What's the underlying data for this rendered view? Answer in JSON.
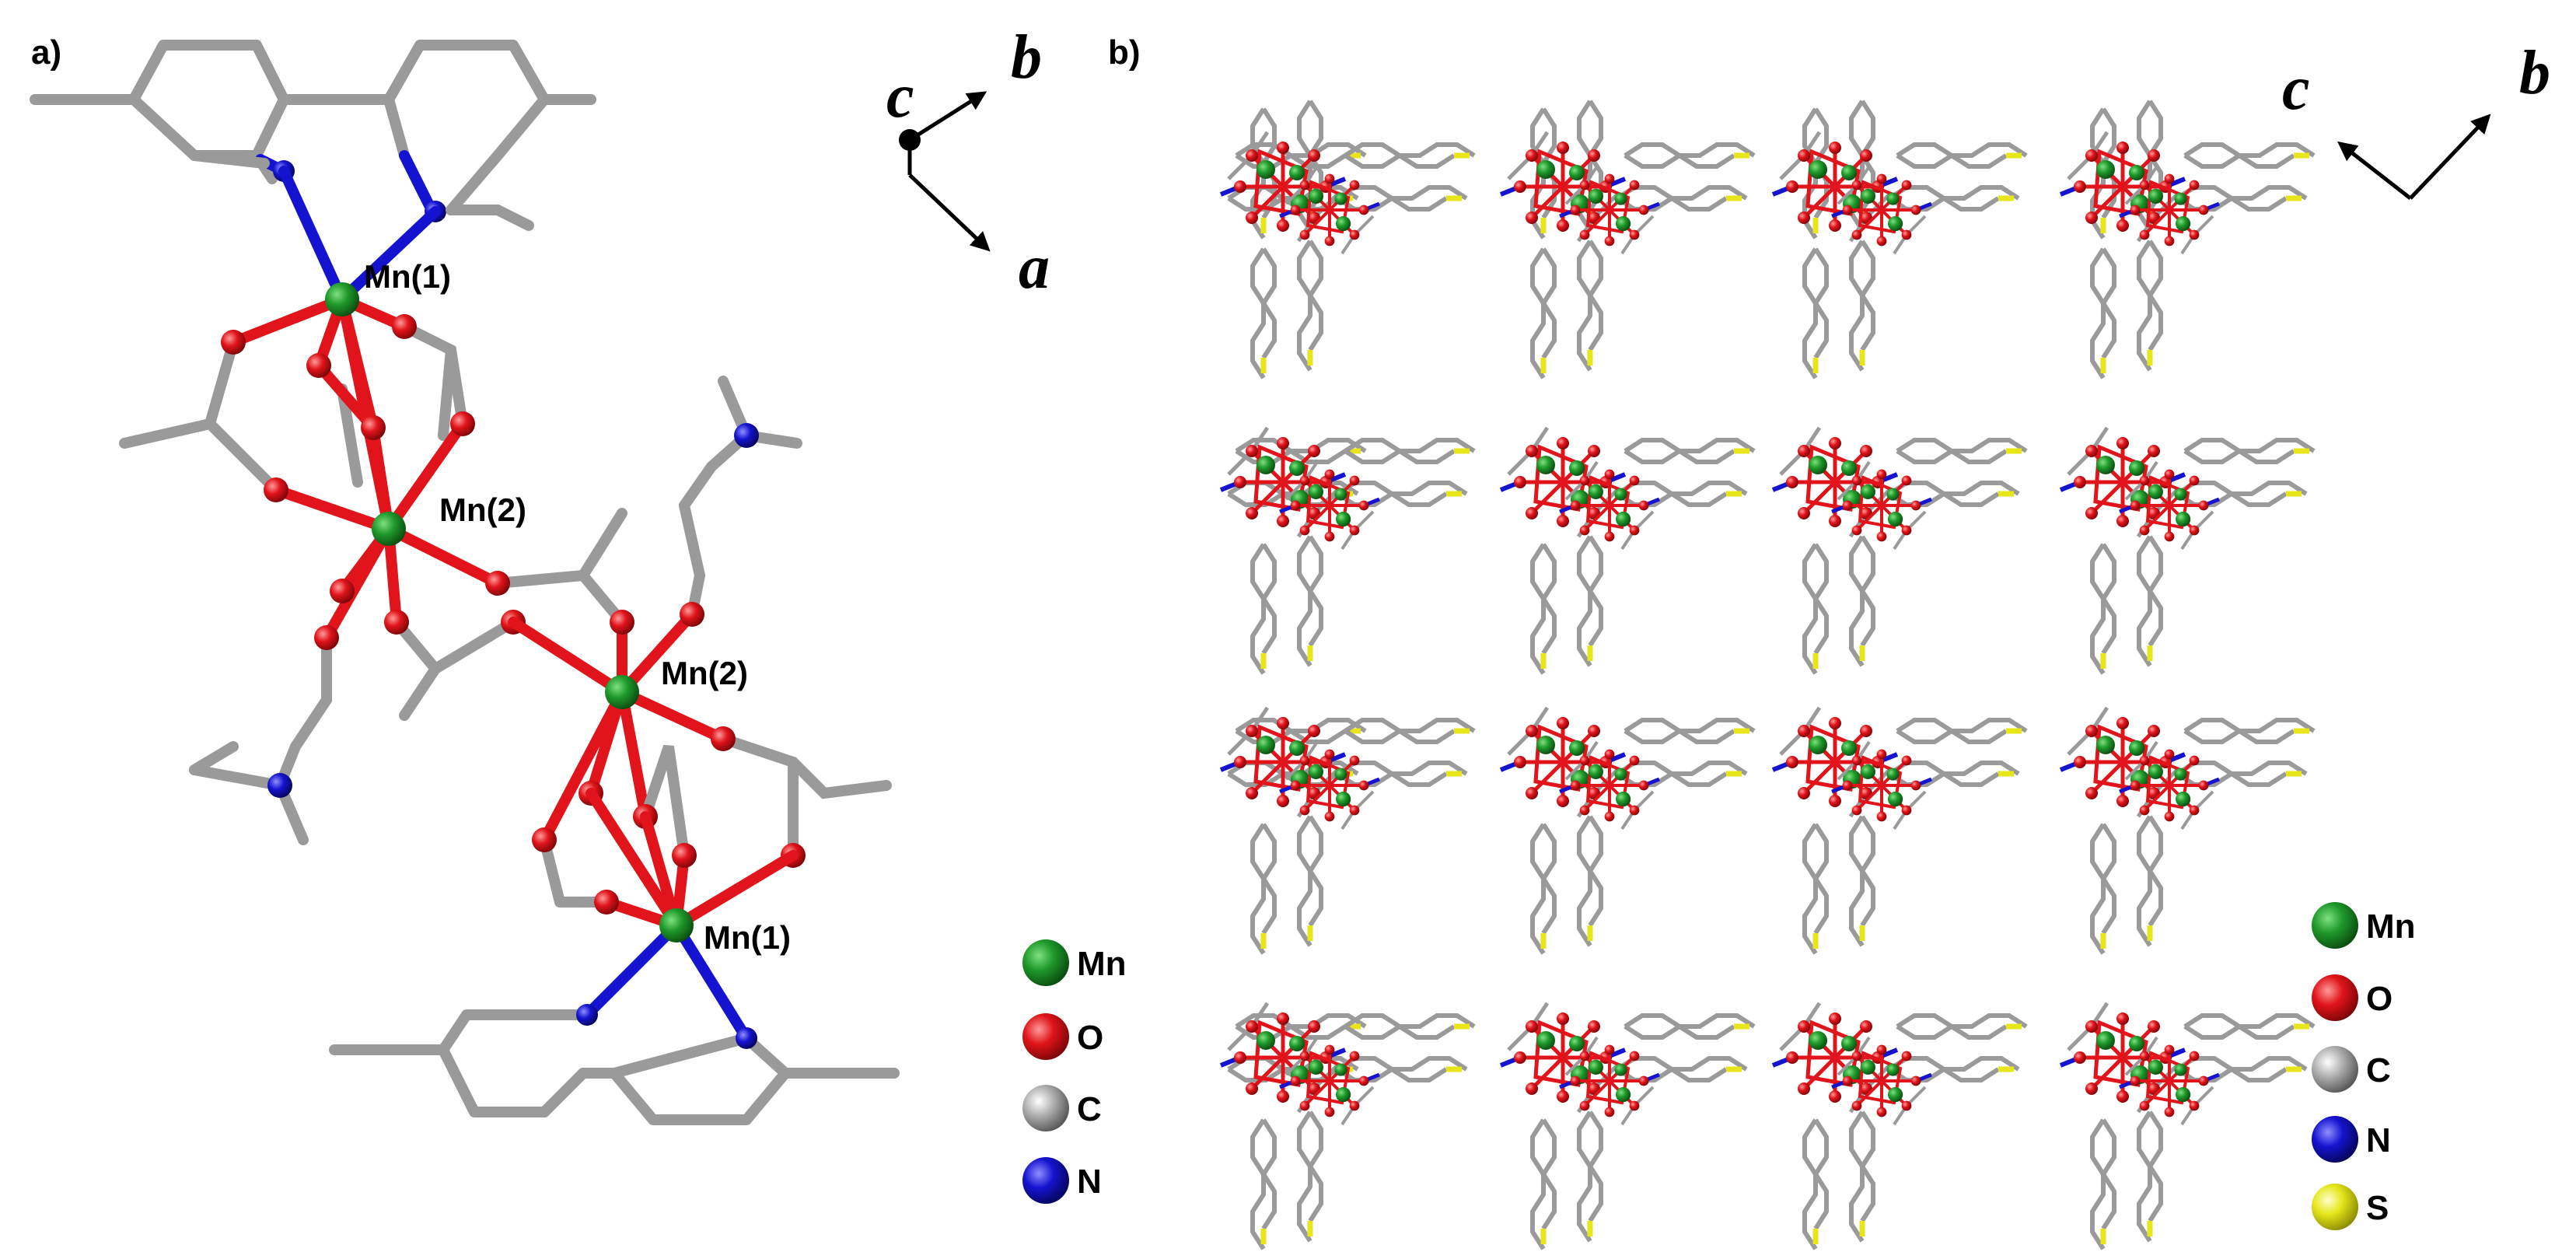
{
  "panel_a": {
    "label": "a)",
    "atom_labels": [
      "Mn(1)",
      "Mn(2)",
      "Mn(2)",
      "Mn(1)"
    ],
    "axes": {
      "c": "c",
      "b": "b",
      "a": "a"
    },
    "legend": [
      {
        "symbol": "Mn",
        "color": "#1f8a2a"
      },
      {
        "symbol": "O",
        "color": "#e0141a"
      },
      {
        "symbol": "C",
        "color": "#a8a8a8"
      },
      {
        "symbol": "N",
        "color": "#1414d0"
      }
    ]
  },
  "panel_b": {
    "label": "b)",
    "axes": {
      "c": "c",
      "b": "b"
    },
    "legend": [
      {
        "symbol": "Mn",
        "color": "#1f8a2a"
      },
      {
        "symbol": "O",
        "color": "#e0141a"
      },
      {
        "symbol": "C",
        "color": "#a8a8a8"
      },
      {
        "symbol": "N",
        "color": "#1414d0"
      },
      {
        "symbol": "S",
        "color": "#e6e61a"
      }
    ]
  },
  "colors": {
    "carbon_bond": "#9a9a9a",
    "oxygen": "#e0141a",
    "manganese": "#1f8a2a",
    "nitrogen": "#1414d0",
    "sulfur": "#e6e61a"
  }
}
